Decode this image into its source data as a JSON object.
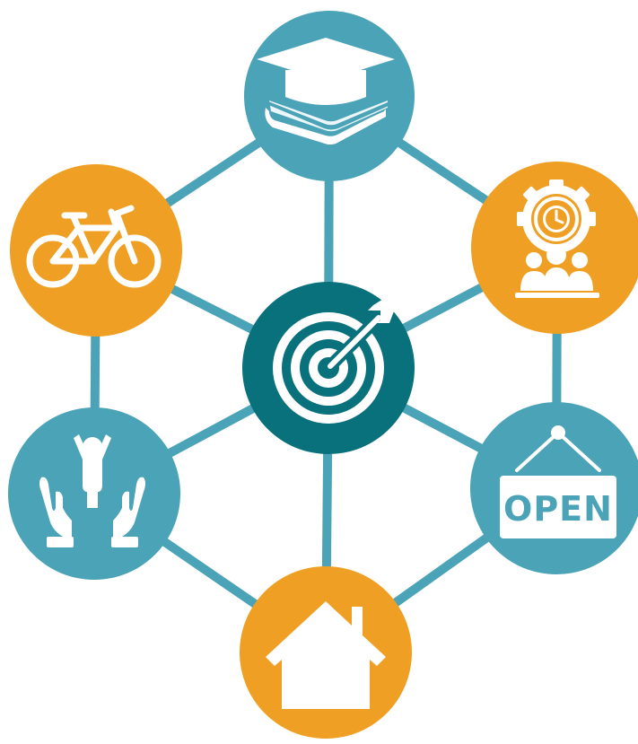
{
  "colors": {
    "teal": "#4aa3b7",
    "orange": "#efa024",
    "center": "#08717b",
    "line": "#4aa3b7",
    "icon": "#ffffff"
  },
  "nodes": [
    {
      "id": "education",
      "color": "teal",
      "icon": "graduation-cap-on-book-icon"
    },
    {
      "id": "bicycle",
      "color": "orange",
      "icon": "bicycle-icon"
    },
    {
      "id": "teamwork",
      "color": "orange",
      "icon": "gear-clock-people-icon"
    },
    {
      "id": "target",
      "color": "center",
      "icon": "target-arrow-icon"
    },
    {
      "id": "childcare",
      "color": "teal",
      "icon": "hands-holding-child-icon"
    },
    {
      "id": "business",
      "color": "teal",
      "icon": "open-sign-icon"
    },
    {
      "id": "housing",
      "color": "orange",
      "icon": "house-icon"
    }
  ],
  "open_sign": {
    "text": "OPEN"
  }
}
